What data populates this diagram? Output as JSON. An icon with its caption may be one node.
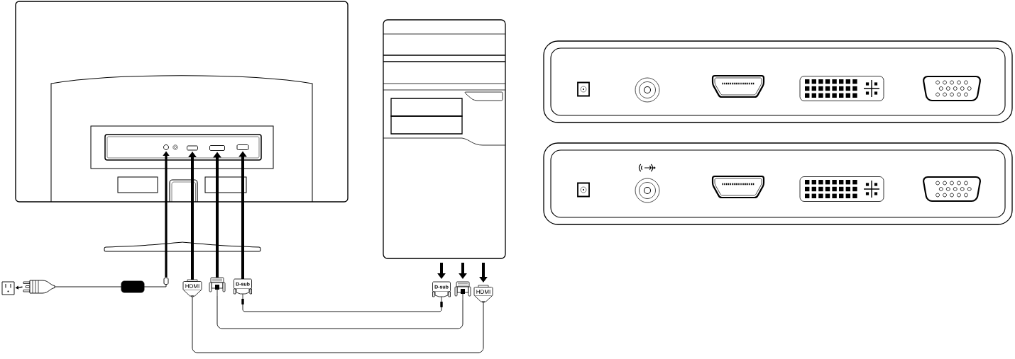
{
  "diagram": {
    "nodes": [
      {
        "text": [],
        "shape": "picture"
      },
      {
        "text": [],
        "shape": "circle",
        "in": 0
      },
      {
        "text": [],
        "shape": "box",
        "in": 0
      },
      {
        "text": [],
        "shape": "box",
        "in": 0
      },
      {
        "text": [],
        "shape": "box",
        "in": 0
      },
      {
        "text": [],
        "shape": "picture"
      },
      {
        "text": [],
        "shape": "picture"
      },
      {
        "text": [],
        "shape": "picture"
      },
      {
        "text": [],
        "shape": "box"
      },
      {
        "text": [],
        "shape": "box"
      },
      {
        "text": [
          "HDMI"
        ]
      },
      {
        "text": [],
        "shape": "picture"
      },
      {
        "text": [
          "D-sub"
        ]
      },
      {
        "text": [
          "D-sub"
        ]
      },
      {
        "text": [],
        "shape": "picture"
      },
      {
        "text": [
          "HDMI"
        ]
      }
    ],
    "edges": [
      {
        "from": 10,
        "to": 2,
        "arrow": "to"
      },
      {
        "from": 11,
        "to": 3,
        "arrow": "to"
      },
      {
        "from": 12,
        "to": 4,
        "arrow": "to"
      },
      {
        "from": 9,
        "to": 1,
        "arrow": "to"
      },
      {
        "from": 5,
        "to": 13,
        "arrow": "to"
      },
      {
        "from": 5,
        "to": 14,
        "arrow": "to"
      },
      {
        "from": 5,
        "to": 15,
        "arrow": "to"
      },
      {
        "from": 10,
        "to": 15,
        "arrow": "none"
      },
      {
        "from": 11,
        "to": 14,
        "arrow": "none"
      },
      {
        "from": 12,
        "to": 13,
        "arrow": "none"
      },
      {
        "from": 7,
        "to": 6,
        "arrow": "to"
      },
      {
        "from": 7,
        "to": 8,
        "arrow": "none"
      },
      {
        "from": 8,
        "to": 9,
        "arrow": "none"
      }
    ]
  }
}
